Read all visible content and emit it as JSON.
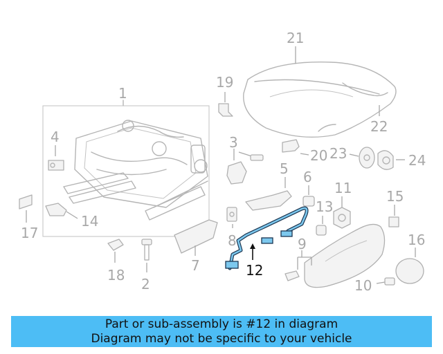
{
  "diagram": {
    "callouts": [
      {
        "key": "p1",
        "label": "1"
      },
      {
        "key": "p2",
        "label": "2"
      },
      {
        "key": "p3",
        "label": "3"
      },
      {
        "key": "p4",
        "label": "4"
      },
      {
        "key": "p5",
        "label": "5"
      },
      {
        "key": "p6",
        "label": "6"
      },
      {
        "key": "p7",
        "label": "7"
      },
      {
        "key": "p8",
        "label": "8"
      },
      {
        "key": "p9",
        "label": "9"
      },
      {
        "key": "p10",
        "label": "10"
      },
      {
        "key": "p11",
        "label": "11"
      },
      {
        "key": "p12",
        "label": "12"
      },
      {
        "key": "p13",
        "label": "13"
      },
      {
        "key": "p14",
        "label": "14"
      },
      {
        "key": "p15",
        "label": "15"
      },
      {
        "key": "p16",
        "label": "16"
      },
      {
        "key": "p17",
        "label": "17"
      },
      {
        "key": "p18",
        "label": "18"
      },
      {
        "key": "p19",
        "label": "19"
      },
      {
        "key": "p20",
        "label": "20"
      },
      {
        "key": "p21",
        "label": "21"
      },
      {
        "key": "p22",
        "label": "22"
      },
      {
        "key": "p23",
        "label": "23"
      },
      {
        "key": "p24",
        "label": "24"
      }
    ],
    "highlighted_part": "12",
    "colors": {
      "highlight_fill": "#7cc8ee",
      "highlight_stroke": "#1b3550",
      "line_art": "#b5b5b5",
      "callout_text": "#a8a8a8"
    }
  },
  "banner": {
    "line1": "Part or sub-assembly is #12 in diagram",
    "line2": "Diagram may not be specific to your vehicle",
    "color": "#4dbdf5"
  }
}
